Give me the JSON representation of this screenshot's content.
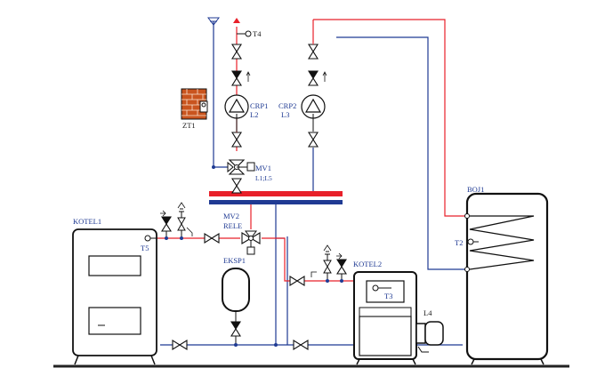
{
  "labels": {
    "t4": "T4",
    "crp1": "CRP1",
    "crp1_load": "L2",
    "crp2": "CRP2",
    "crp2_load": "L3",
    "zt1": "ZT1",
    "mv1": "MV1",
    "mv1_loads": "L1;L5",
    "mv2": "MV2",
    "rele": "RELE",
    "kotel1": "KOTEL1",
    "t5": "T5",
    "eksp1": "EKSP1",
    "kotel2": "KOTEL2",
    "t3": "T3",
    "l4": "L4",
    "boj1": "BOJ1",
    "t2": "T2"
  },
  "colors": {
    "supply": "#e8202a",
    "return": "#1f3a93",
    "outline": "#111111",
    "chimney": "#c9541e",
    "ground": "#222222"
  }
}
